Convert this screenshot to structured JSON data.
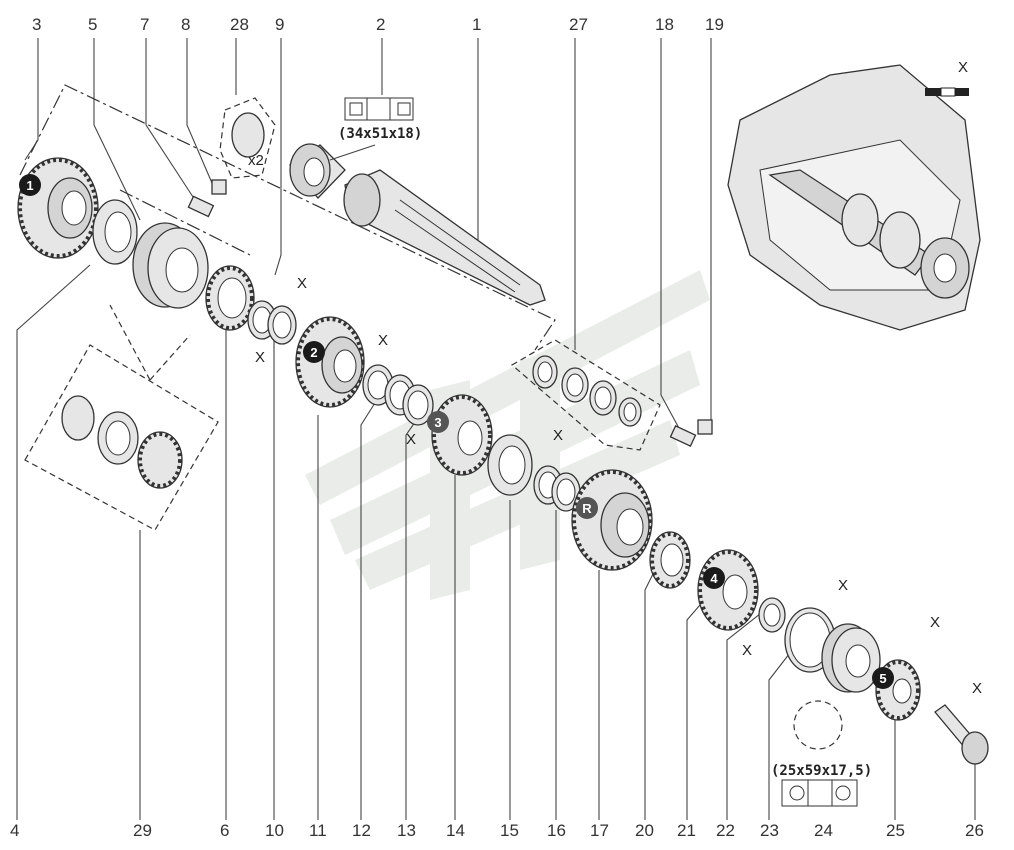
{
  "diagram": {
    "top_labels": [
      "3",
      "5",
      "7",
      "8",
      "28",
      "9",
      "2",
      "1",
      "27",
      "18",
      "19"
    ],
    "bottom_labels": [
      "4",
      "29",
      "6",
      "10",
      "11",
      "12",
      "13",
      "14",
      "15",
      "16",
      "17",
      "20",
      "21",
      "22",
      "23",
      "24",
      "25",
      "26"
    ],
    "gear_badges": [
      "1",
      "2",
      "3",
      "R",
      "4",
      "5"
    ],
    "bearing_dims_top": "(34x51x18)",
    "bearing_dims_bottom": "(25x59x17,5)",
    "quantity_note": "x2",
    "clearance_marks": [
      "X",
      "X",
      "X",
      "X",
      "X",
      "X",
      "X",
      "X",
      "X",
      "X"
    ],
    "colors": {
      "line": "#333333",
      "part_fill": "#e6e6e6",
      "badge_fill": "#1a1a1a",
      "watermark": "#e8ebe8"
    }
  }
}
